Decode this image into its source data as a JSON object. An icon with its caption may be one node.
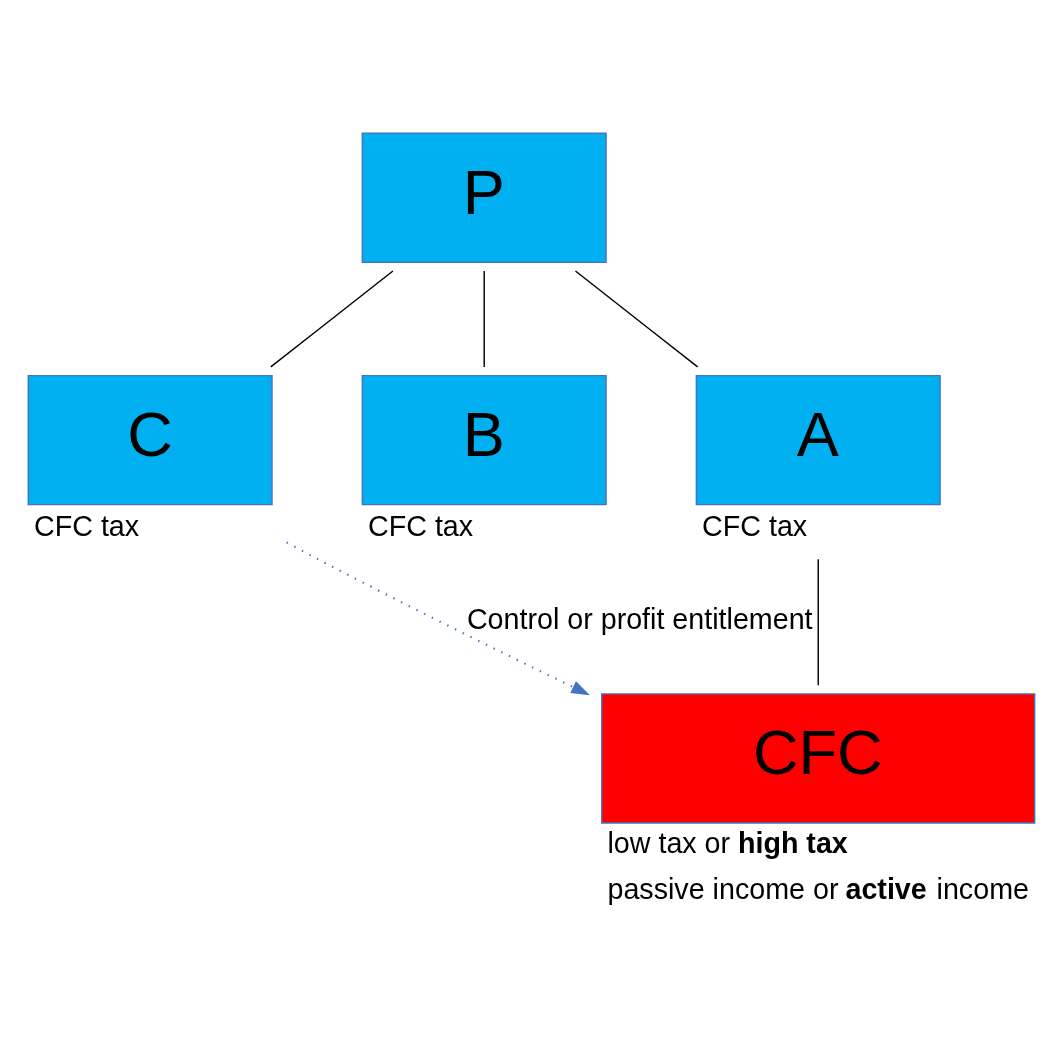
{
  "diagram": {
    "nodes": [
      {
        "text": [
          "P"
        ]
      },
      {
        "text": [
          "B"
        ],
        "beside": [
          "CFC tax"
        ]
      },
      {
        "text": [
          "A"
        ],
        "beside": [
          "CFC tax"
        ]
      },
      {
        "text": [
          "C"
        ],
        "beside": [
          "CFC tax"
        ]
      },
      {
        "text": [
          "CFC"
        ],
        "beside": [
          "low tax or **high tax**",
          "passive income or **active** income"
        ]
      }
    ],
    "edges": [
      {
        "from": 0,
        "to": 3,
        "arrow": "none"
      },
      {
        "from": 0,
        "to": 1,
        "arrow": "none"
      },
      {
        "from": 0,
        "to": 2,
        "arrow": "none"
      },
      {
        "from": 2,
        "to": 4,
        "arrow": "none"
      },
      {
        "from": 3,
        "to": 4,
        "arrow": "to",
        "label": "Control or profit entitlement",
        "style": "dashed",
        "color": "#4472c4"
      }
    ]
  }
}
